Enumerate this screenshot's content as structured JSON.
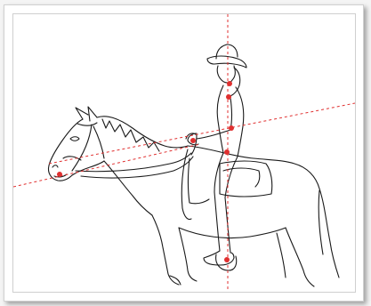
{
  "figure": {
    "subject": "horse-and-rider-line-art",
    "line_color": "#1a1a1a",
    "guide_color": "#e03030",
    "point_color": "#e03030",
    "guides": [
      {
        "name": "vertical-balance-guide"
      },
      {
        "name": "rein-line-guide"
      },
      {
        "name": "forearm-line-guide"
      }
    ],
    "alignment_points": [
      {
        "name": "ear-point"
      },
      {
        "name": "shoulder-point"
      },
      {
        "name": "elbow-point"
      },
      {
        "name": "hip-point"
      },
      {
        "name": "hand-point"
      },
      {
        "name": "bit-point"
      },
      {
        "name": "heel-point"
      }
    ]
  }
}
